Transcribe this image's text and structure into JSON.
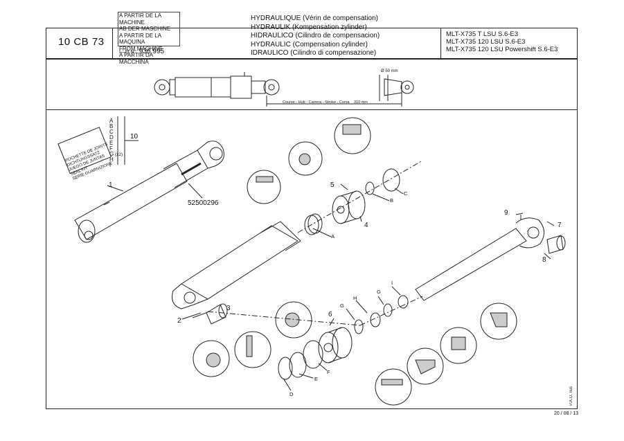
{
  "header": {
    "page_code": "10 CB 73",
    "applicability": [
      "A PARTIR DE LA MACHINE",
      "AB DER MASCHINE",
      "A PARTIR DE LA MAQUINA",
      "FROM MACHINE",
      "A PARTIR DA MACCHINA"
    ],
    "serial_prefix": "I—Θ N°:",
    "serial_number": "936 995",
    "titles": [
      "HYDRAULIQUE (Vérin de compensation)",
      "HYDRAULIK (Kompensation zylinder)",
      "HIDRAULICO (Cilindro de compensacion)",
      "HYDRAULIC (Compensation cylinder)",
      "IDRAULICO (Cilindro di compensazione)"
    ],
    "models": [
      "MLT-X735 T LSU S.6-E3",
      "MLT-X735 120 LSU S.6-E3",
      "MLT-X735 120 LSU Powershift S.6-E3"
    ]
  },
  "dimensions": {
    "diameter": "Ø 50 mm",
    "stroke": "Course - Hub - Carrera - Stroke - Corsa",
    "stroke_value": "310 mm"
  },
  "seal_kit": {
    "lines": [
      "POCHETTE DE JOINTS",
      "DICHTUNGSSATZ",
      "JUEGO DE JUNTAS",
      "SEAL KIT",
      "SERIE GUARNIZIONE"
    ],
    "letters": [
      "A",
      "B",
      "C",
      "D",
      "E",
      "F",
      "G",
      "H",
      "I"
    ],
    "g_qty": "(x2)",
    "callout": "10"
  },
  "part_callouts": {
    "p1": "1",
    "p2": "2",
    "p3": "3",
    "p4": "4",
    "p5": "5",
    "p6": "6",
    "p7": "7",
    "p8": "8",
    "p9": "9",
    "ref": "52500296"
  },
  "seal_letters": {
    "A": "A",
    "B": "B",
    "C": "C",
    "D": "D",
    "E": "E",
    "F": "F",
    "G1": "G",
    "G2": "G",
    "H": "H",
    "I": "I"
  },
  "footer": {
    "date": "20 / 08 / 13",
    "author": "P.A.O. Ilus"
  }
}
